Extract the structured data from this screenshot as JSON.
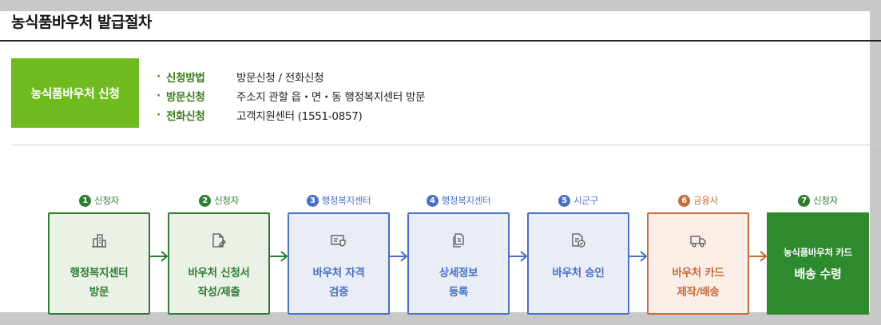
{
  "title": "농식품바우처 발급절차",
  "apply": {
    "box_label": "농식품바우처 신청",
    "items": [
      {
        "bullet": "·",
        "label": "신청방법",
        "value": "방문신청 / 전화신청"
      },
      {
        "bullet": "·",
        "label": "방문신청",
        "value": "주소지 관할 읍・면・동 행정복지센터 방문"
      },
      {
        "bullet": "·",
        "label": "전화신청",
        "value": "고객지원센터 (1551-0857)"
      }
    ]
  },
  "colors": {
    "green": "#2e7d32",
    "green_fill": "#eaf1e6",
    "blue": "#4a6fc7",
    "blue_fill": "#e8edf6",
    "orange": "#c86a3a",
    "orange_fill": "#fbeee6",
    "final_green": "#2f8a2f",
    "apply_green": "#6fba1f"
  },
  "steps": [
    {
      "num": "1",
      "actor": "신청자",
      "line1": "행정복지센터",
      "line2": "방문",
      "icon": "building-icon"
    },
    {
      "num": "2",
      "actor": "신청자",
      "line1": "바우처 신청서",
      "line2": "작성/제출",
      "icon": "document-pen-icon"
    },
    {
      "num": "3",
      "actor": "행정복지센터",
      "line1": "바우처 자격",
      "line2": "검증",
      "icon": "id-card-shield-icon"
    },
    {
      "num": "4",
      "actor": "행정복지센터",
      "line1": "상세정보",
      "line2": "등록",
      "icon": "documents-icon"
    },
    {
      "num": "5",
      "actor": "시군구",
      "line1": "바우처 승인",
      "line2": "",
      "icon": "document-check-icon"
    },
    {
      "num": "6",
      "actor": "금융사",
      "line1": "바우처 카드",
      "line2": "제작/배송",
      "icon": "delivery-truck-icon"
    },
    {
      "num": "7",
      "actor": "신청자",
      "line1": "농식품바우처 카드",
      "line2": "배송 수령",
      "icon": ""
    }
  ]
}
